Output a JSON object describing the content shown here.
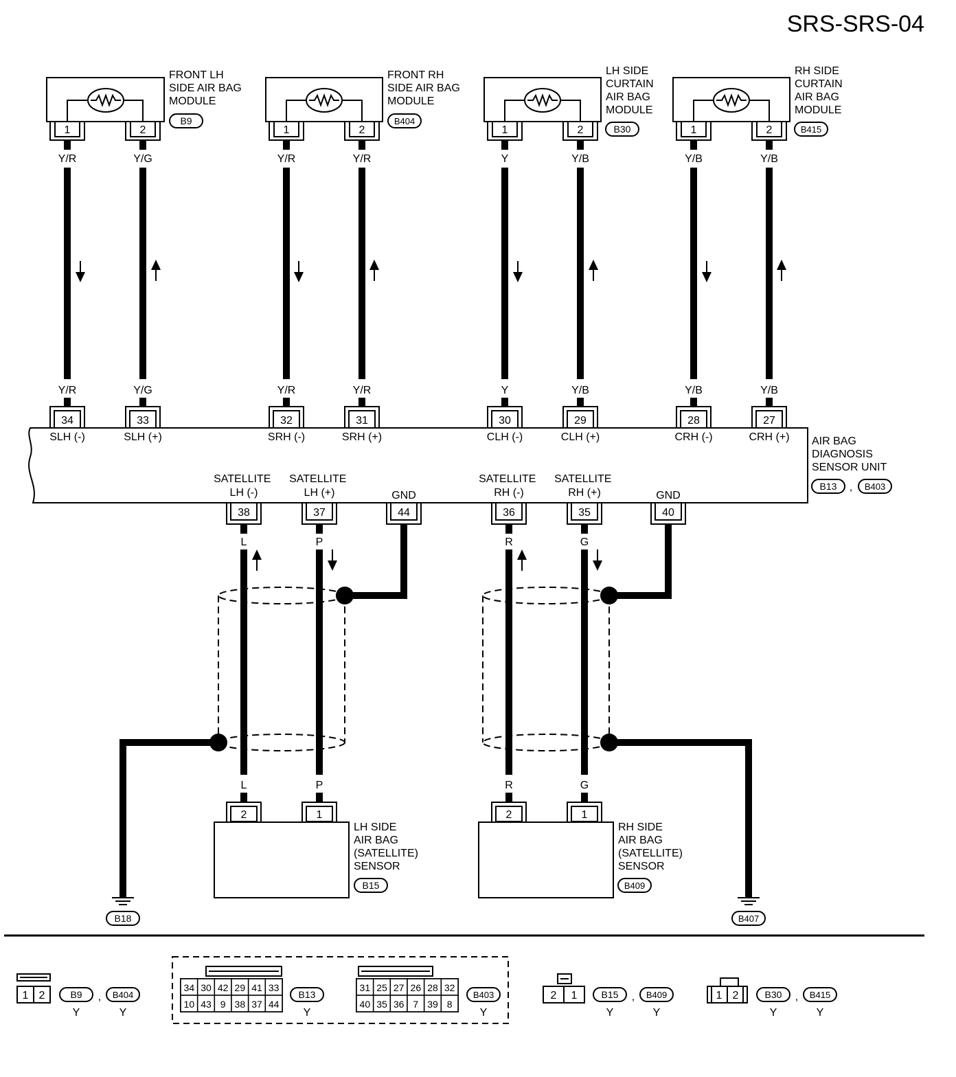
{
  "page_code": "SRS-SRS-04",
  "modules": [
    {
      "label": [
        "FRONT LH",
        "SIDE AIR BAG",
        "MODULE"
      ],
      "connector": "B9",
      "pins": [
        "1",
        "2"
      ]
    },
    {
      "label": [
        "FRONT RH",
        "SIDE AIR BAG",
        "MODULE"
      ],
      "connector": "B404",
      "pins": [
        "1",
        "2"
      ]
    },
    {
      "label": [
        "LH SIDE",
        "CURTAIN",
        "AIR BAG",
        "MODULE"
      ],
      "connector": "B30",
      "pins": [
        "1",
        "2"
      ]
    },
    {
      "label": [
        "RH SIDE",
        "CURTAIN",
        "AIR BAG",
        "MODULE"
      ],
      "connector": "B415",
      "pins": [
        "1",
        "2"
      ]
    }
  ],
  "upper_wires": [
    {
      "color": "Y/R",
      "pin": "34",
      "signal": "SLH (-)",
      "flow": "down"
    },
    {
      "color": "Y/G",
      "pin": "33",
      "signal": "SLH (+)",
      "flow": "up"
    },
    {
      "color": "Y/R",
      "pin": "32",
      "signal": "SRH (-)",
      "flow": "down"
    },
    {
      "color": "Y/R",
      "pin": "31",
      "signal": "SRH (+)",
      "flow": "up"
    },
    {
      "color": "Y",
      "pin": "30",
      "signal": "CLH (-)",
      "flow": "down"
    },
    {
      "color": "Y/B",
      "pin": "29",
      "signal": "CLH (+)",
      "flow": "up"
    },
    {
      "color": "Y/B",
      "pin": "28",
      "signal": "CRH (-)",
      "flow": "down"
    },
    {
      "color": "Y/B",
      "pin": "27",
      "signal": "CRH (+)",
      "flow": "up"
    }
  ],
  "sensor_unit": {
    "label": [
      "AIR BAG",
      "DIAGNOSIS",
      "SENSOR UNIT"
    ],
    "connectors": [
      "B13",
      "B403"
    ],
    "separator": ","
  },
  "lower_pins": [
    {
      "pin": "38",
      "label": [
        "SATELLITE",
        "LH (-)"
      ],
      "color": "L",
      "flow": "up",
      "sensor_pin": "2"
    },
    {
      "pin": "37",
      "label": [
        "SATELLITE",
        "LH (+)"
      ],
      "color": "P",
      "flow": "down",
      "sensor_pin": "1"
    },
    {
      "pin": "44",
      "label": [
        "GND"
      ]
    },
    {
      "pin": "36",
      "label": [
        "SATELLITE",
        "RH (-)"
      ],
      "color": "R",
      "flow": "up",
      "sensor_pin": "2"
    },
    {
      "pin": "35",
      "label": [
        "SATELLITE",
        "RH (+)"
      ],
      "color": "G",
      "flow": "down",
      "sensor_pin": "1"
    },
    {
      "pin": "40",
      "label": [
        "GND"
      ]
    }
  ],
  "sensors": [
    {
      "label": [
        "LH SIDE",
        "AIR BAG",
        "(SATELLITE)",
        "SENSOR"
      ],
      "connector": "B15"
    },
    {
      "label": [
        "RH SIDE",
        "AIR BAG",
        "(SATELLITE)",
        "SENSOR"
      ],
      "connector": "B409"
    }
  ],
  "grounds": [
    "B18",
    "B407"
  ],
  "legend": {
    "g1": {
      "cells": [
        "1",
        "2"
      ],
      "connectors": [
        "B9",
        "B404"
      ],
      "colors": [
        "Y",
        "Y"
      ]
    },
    "g2": {
      "b13_cells": [
        [
          "34",
          "30",
          "42",
          "29",
          "41",
          "33"
        ],
        [
          "10",
          "43",
          "9",
          "38",
          "37",
          "44"
        ]
      ],
      "b13_connector": "B13",
      "b13_color": "Y",
      "b403_cells": [
        [
          "31",
          "25",
          "27",
          "26",
          "28",
          "32"
        ],
        [
          "40",
          "35",
          "36",
          "7",
          "39",
          "8"
        ]
      ],
      "b403_connector": "B403",
      "b403_color": "Y"
    },
    "g3": {
      "cells": [
        "2",
        "1"
      ],
      "connectors": [
        "B15",
        "B409"
      ],
      "colors": [
        "Y",
        "Y"
      ]
    },
    "g4": {
      "cells": [
        "1",
        "2"
      ],
      "connectors": [
        "B30",
        "B415"
      ],
      "colors": [
        "Y",
        "Y"
      ]
    },
    "separator": ","
  }
}
